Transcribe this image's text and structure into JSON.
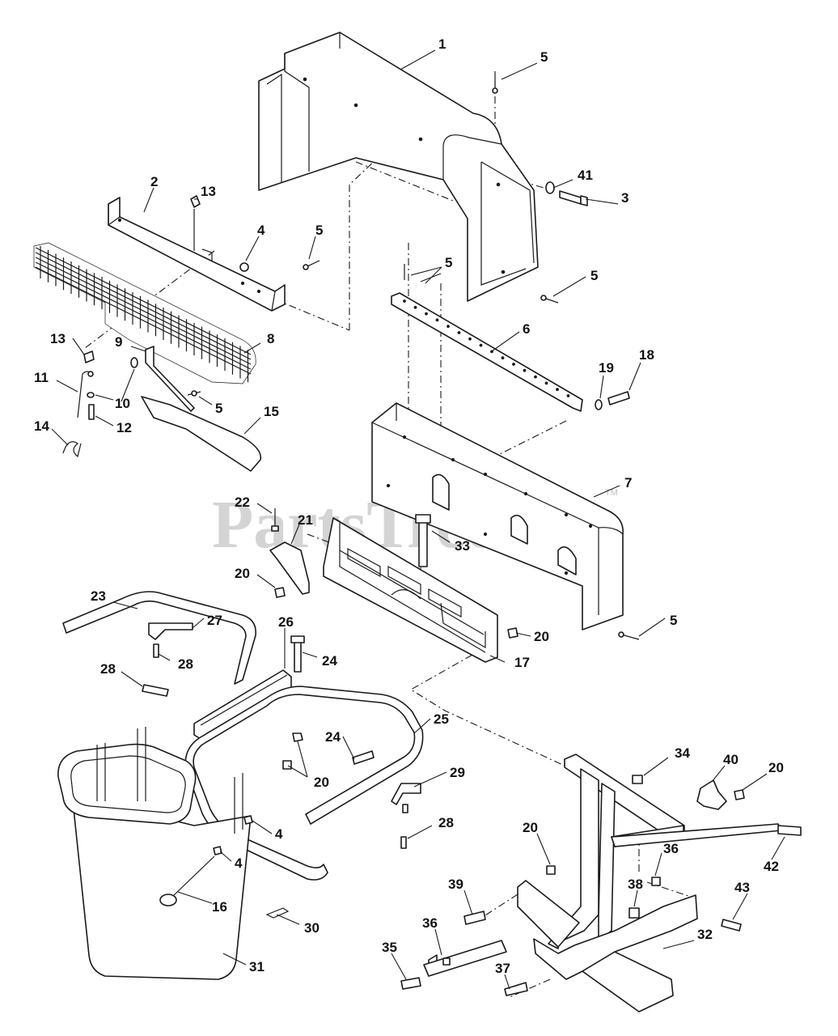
{
  "watermark": {
    "text": "PartsTree",
    "trademark": "TM"
  },
  "colors": {
    "line": "#1a1a1a",
    "watermark": "#d4d4d4",
    "background": "#ffffff"
  },
  "callouts": {
    "c1": "1",
    "c5a": "5",
    "c41": "41",
    "c3": "3",
    "c2": "2",
    "c13a": "13",
    "c4a": "4",
    "c5b": "5",
    "c5c": "5",
    "c5d": "5",
    "c6": "6",
    "c8": "8",
    "c13b": "13",
    "c9": "9",
    "c11": "11",
    "c10": "10",
    "c5e": "5",
    "c12": "12",
    "c14": "14",
    "c15": "15",
    "c19": "19",
    "c18": "18",
    "c7": "7",
    "c22": "22",
    "c21": "21",
    "c33": "33",
    "c20a": "20",
    "c23": "23",
    "c26": "26",
    "c27": "27",
    "c28a": "28",
    "c24a": "24",
    "c28b": "28",
    "c20b": "20",
    "c17": "17",
    "c5f": "5",
    "c25": "25",
    "c24b": "24",
    "c20c": "20",
    "c29": "29",
    "c28c": "28",
    "c4b": "4",
    "c4c": "4",
    "c16": "16",
    "c30": "30",
    "c31": "31",
    "c34": "34",
    "c40": "40",
    "c20d": "20",
    "c42": "42",
    "c20e": "20",
    "c36a": "36",
    "c39": "39",
    "c38": "38",
    "c43": "43",
    "c36b": "36",
    "c35": "35",
    "c37": "37",
    "c32": "32"
  }
}
